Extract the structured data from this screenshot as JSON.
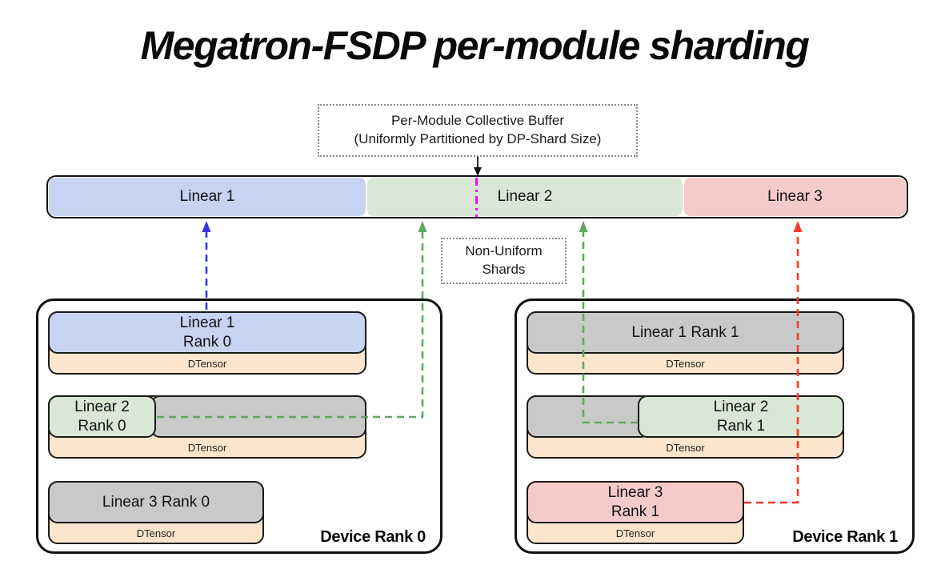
{
  "title": "Megatron-FSDP per-module sharding",
  "callouts": {
    "buffer_line1": "Per-Module Collective Buffer",
    "buffer_line2": "(Uniformly Partitioned by DP-Shard Size)",
    "shards_line1": "Non-Uniform",
    "shards_line2": "Shards"
  },
  "bar": {
    "segments": [
      {
        "label": "Linear 1"
      },
      {
        "label": "Linear 2"
      },
      {
        "label": "Linear 3"
      }
    ]
  },
  "devices": [
    {
      "label": "Device Rank 0",
      "modules": [
        {
          "shard_line1": "Linear 1",
          "shard_line2": "Rank 0",
          "tensor": "DTensor"
        },
        {
          "shard_line1": "Linear 2",
          "shard_line2": "Rank 0",
          "tensor": "DTensor"
        },
        {
          "shard_line1": "Linear 3 Rank 0",
          "tensor": "DTensor"
        }
      ]
    },
    {
      "label": "Device Rank 1",
      "modules": [
        {
          "shard_line1": "Linear 1 Rank 1",
          "tensor": "DTensor"
        },
        {
          "shard_line1": "Linear 2",
          "shard_line2": "Rank 1",
          "tensor": "DTensor"
        },
        {
          "shard_line1": "Linear 3",
          "shard_line2": "Rank 1",
          "tensor": "DTensor"
        }
      ]
    }
  ],
  "colors": {
    "shard_blue": "#c6d4f2",
    "shard_green": "#d9e8d4",
    "shard_pink": "#f5cbca",
    "shard_gray": "#c9c9c9",
    "dtensor_peach": "#fbe5cc",
    "arrow_blue": "#3832ee",
    "arrow_green": "#61a85c",
    "arrow_red": "#fb392b",
    "arrow_magenta": "#ff00fe",
    "arrow_black": "#111111"
  }
}
